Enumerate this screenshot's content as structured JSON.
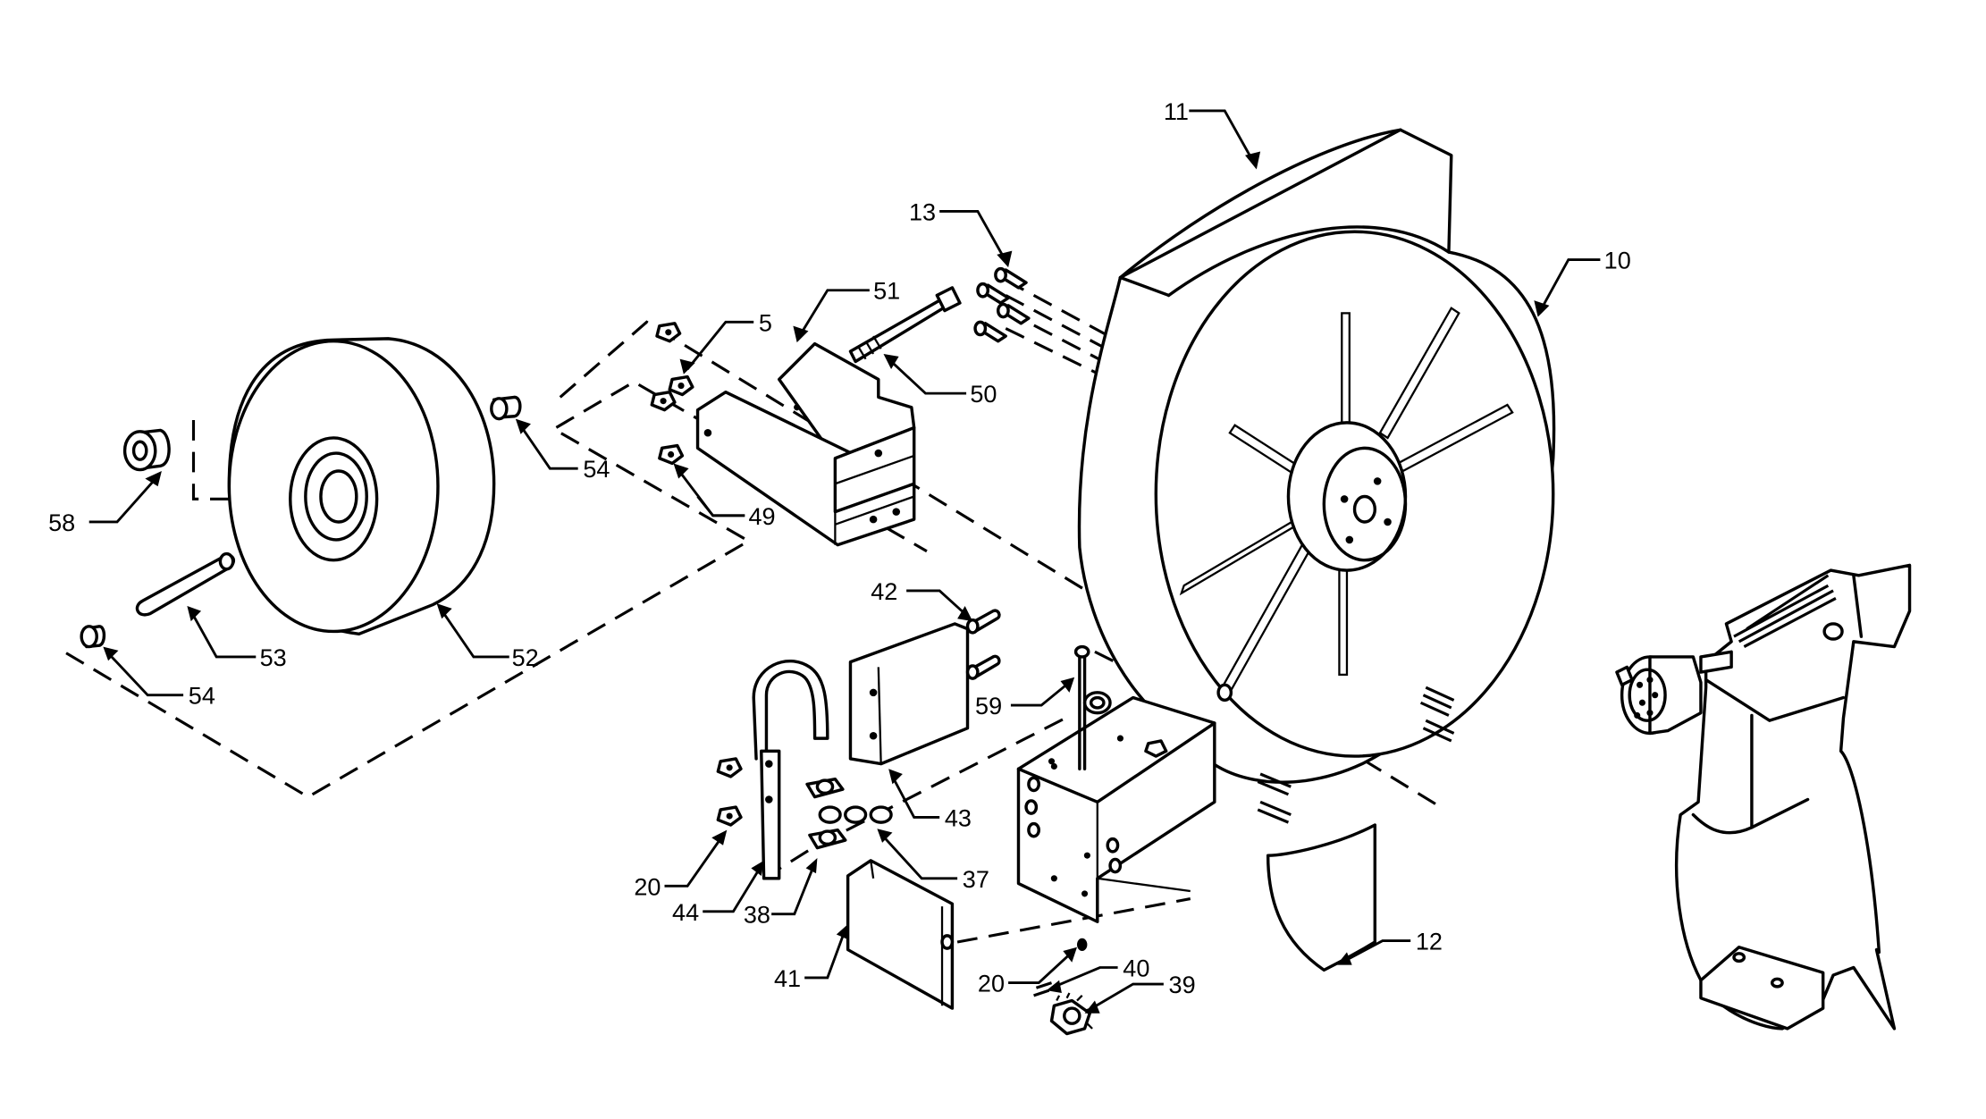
{
  "callouts": [
    {
      "id": "c11",
      "label": "11"
    },
    {
      "id": "c13",
      "label": "13"
    },
    {
      "id": "c10",
      "label": "10"
    },
    {
      "id": "c51",
      "label": "51"
    },
    {
      "id": "c5",
      "label": "5"
    },
    {
      "id": "c50",
      "label": "50"
    },
    {
      "id": "c54a",
      "label": "54"
    },
    {
      "id": "c58",
      "label": "58"
    },
    {
      "id": "c49",
      "label": "49"
    },
    {
      "id": "c53",
      "label": "53"
    },
    {
      "id": "c52",
      "label": "52"
    },
    {
      "id": "c54b",
      "label": "54"
    },
    {
      "id": "c42",
      "label": "42"
    },
    {
      "id": "c59",
      "label": "59"
    },
    {
      "id": "c43",
      "label": "43"
    },
    {
      "id": "c37",
      "label": "37"
    },
    {
      "id": "c20a",
      "label": "20"
    },
    {
      "id": "c44",
      "label": "44"
    },
    {
      "id": "c38",
      "label": "38"
    },
    {
      "id": "c41",
      "label": "41"
    },
    {
      "id": "c20b",
      "label": "20"
    },
    {
      "id": "c40",
      "label": "40"
    },
    {
      "id": "c39",
      "label": "39"
    },
    {
      "id": "c12",
      "label": "12"
    }
  ]
}
